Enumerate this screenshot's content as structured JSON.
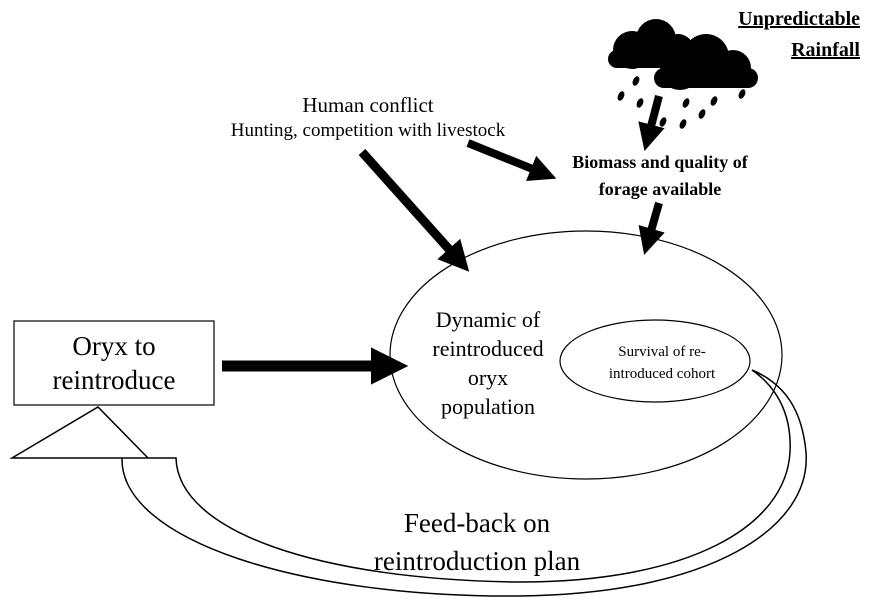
{
  "rainfall": {
    "line1": "Unpredictable",
    "line2": "Rainfall"
  },
  "human_conflict": {
    "title": "Human conflict",
    "detail": "Hunting, competition with livestock"
  },
  "forage": {
    "line1": "Biomass and quality of",
    "line2": "forage available"
  },
  "population": {
    "line1": "Dynamic of",
    "line2": "reintroduced",
    "line3": "oryx",
    "line4": "population"
  },
  "cohort": {
    "line1": "Survival of re-",
    "line2": "introduced cohort"
  },
  "oryx_box": {
    "line1": "Oryx to",
    "line2": "reintroduce"
  },
  "feedback": {
    "line1": "Feed-back on",
    "line2": "reintroduction plan"
  },
  "icons": [
    "rain-cloud-icon"
  ]
}
